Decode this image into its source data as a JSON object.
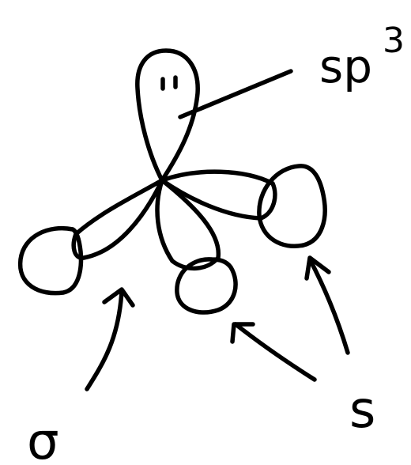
{
  "labels": {
    "hybrid": "sp",
    "hybrid_superscript": "3",
    "s_orbital": "s",
    "sigma": "σ"
  },
  "colors": {
    "ink": "#000000",
    "background": "#ffffff"
  }
}
